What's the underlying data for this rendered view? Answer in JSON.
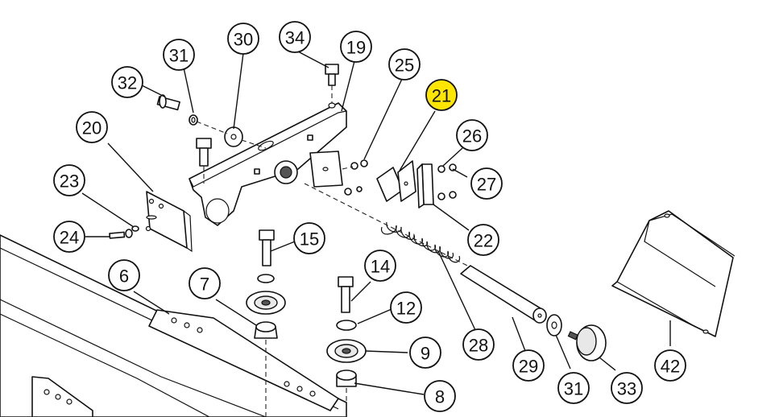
{
  "diagram": {
    "highlight_color": "#ffe600",
    "callouts": [
      {
        "id": "c31a",
        "label": "31"
      },
      {
        "id": "c30",
        "label": "30"
      },
      {
        "id": "c34",
        "label": "34"
      },
      {
        "id": "c19",
        "label": "19"
      },
      {
        "id": "c25",
        "label": "25"
      },
      {
        "id": "c21",
        "label": "21",
        "highlight": true
      },
      {
        "id": "c32",
        "label": "32"
      },
      {
        "id": "c20",
        "label": "20"
      },
      {
        "id": "c26",
        "label": "26"
      },
      {
        "id": "c27",
        "label": "27"
      },
      {
        "id": "c23",
        "label": "23"
      },
      {
        "id": "c24",
        "label": "24"
      },
      {
        "id": "c22",
        "label": "22"
      },
      {
        "id": "c15",
        "label": "15"
      },
      {
        "id": "c6",
        "label": "6"
      },
      {
        "id": "c7",
        "label": "7"
      },
      {
        "id": "c14",
        "label": "14"
      },
      {
        "id": "c12",
        "label": "12"
      },
      {
        "id": "c42",
        "label": "42"
      },
      {
        "id": "c9",
        "label": "9"
      },
      {
        "id": "c28",
        "label": "28"
      },
      {
        "id": "c29",
        "label": "29"
      },
      {
        "id": "c31b",
        "label": "31"
      },
      {
        "id": "c33",
        "label": "33"
      },
      {
        "id": "c8",
        "label": "8"
      }
    ]
  }
}
